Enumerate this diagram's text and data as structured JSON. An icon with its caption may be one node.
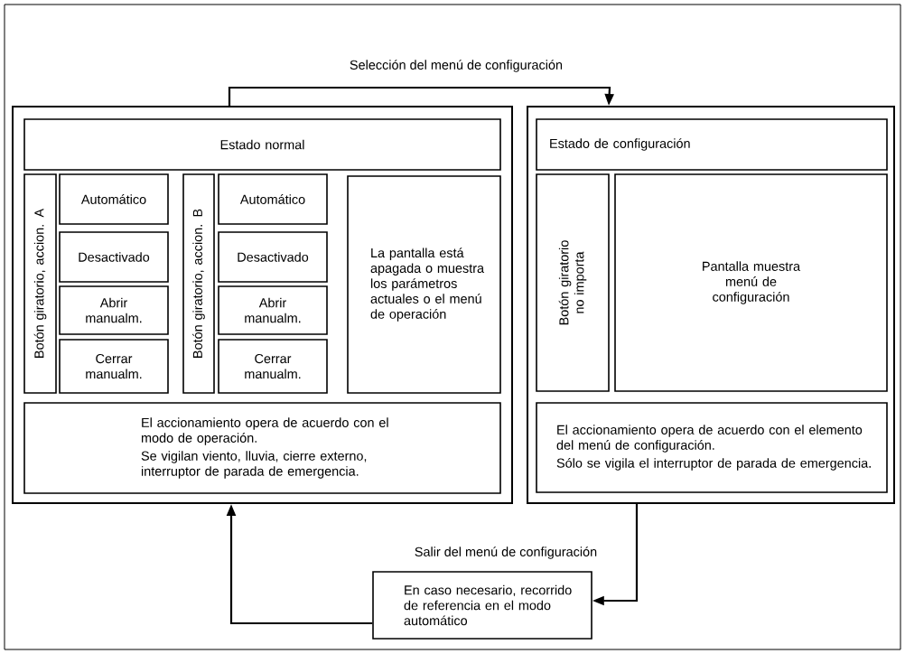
{
  "diagram": {
    "nodes": [
      {
        "text": [],
        "shape": "box"
      },
      {
        "text": [
          "Estado normal"
        ],
        "in": 0
      },
      {
        "text": [
          "Botón giratorio, accion. A"
        ],
        "in": 0
      },
      {
        "text": [
          "Automático"
        ],
        "in": 0
      },
      {
        "text": [
          "Desactivado"
        ],
        "in": 0
      },
      {
        "text": [
          "Abrir manualm."
        ],
        "in": 0
      },
      {
        "text": [
          "Cerrar manualm."
        ],
        "in": 0
      },
      {
        "text": [
          "Botón giratorio, accion. B"
        ],
        "in": 0
      },
      {
        "text": [
          "Automático"
        ],
        "in": 0
      },
      {
        "text": [
          "Desactivado"
        ],
        "in": 0
      },
      {
        "text": [
          "Abrir manualm."
        ],
        "in": 0
      },
      {
        "text": [
          "Cerrar manualm."
        ],
        "in": 0
      },
      {
        "text": [
          "La pantalla está apagada o muestra los parámetros actuales o el menú de operación"
        ],
        "in": 0
      },
      {
        "text": [
          "El accionamiento opera de acuerdo con el modo de operación.",
          "Se vigilan viento, lluvia, cierre externo, interruptor de parada de emergencia."
        ],
        "in": 0
      },
      {
        "text": [],
        "shape": "box"
      },
      {
        "text": [
          "Estado de configuración"
        ],
        "in": 14
      },
      {
        "text": [
          "Botón giratorio no importa"
        ],
        "in": 14
      },
      {
        "text": [
          "Pantalla muestra menú de configuración"
        ],
        "in": 14
      },
      {
        "text": [
          "El accionamiento opera de acuerdo con el elemento del menú de configuración.",
          "Sólo se vigila el interruptor de parada de emergencia."
        ],
        "in": 14
      },
      {
        "text": [
          "En caso necesario, recorrido de referencia en el modo automático"
        ]
      }
    ],
    "edges": [
      {
        "from": 0,
        "to": 14,
        "arrow": "to",
        "label": "Selección del menú de configuración"
      },
      {
        "from": 14,
        "to": 19,
        "arrow": "to",
        "label": "Salir del menú de configuración"
      },
      {
        "from": 19,
        "to": 0,
        "arrow": "to"
      }
    ]
  }
}
